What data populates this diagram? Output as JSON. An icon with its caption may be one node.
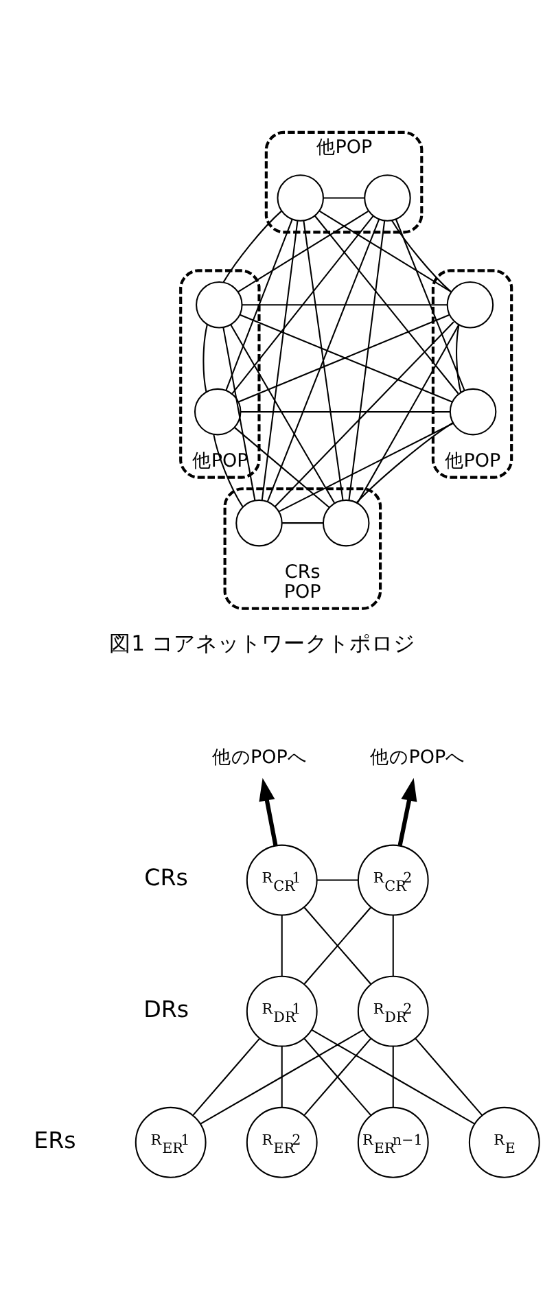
{
  "diagram": {
    "nodes": [
      {
        "text": [
          "他POP"
        ]
      },
      {
        "text": [],
        "shape": "circle",
        "in": 0
      },
      {
        "text": [],
        "shape": "circle",
        "in": 0
      },
      {
        "text": [
          "他POP"
        ]
      },
      {
        "text": [],
        "shape": "circle",
        "in": 3
      },
      {
        "text": [],
        "shape": "circle",
        "in": 3
      },
      {
        "text": [
          "他POP"
        ]
      },
      {
        "text": [],
        "shape": "circle",
        "in": 6
      },
      {
        "text": [],
        "shape": "circle",
        "in": 6
      },
      {
        "text": [
          "CRs",
          "POP"
        ]
      },
      {
        "text": [],
        "shape": "circle",
        "in": 9
      },
      {
        "text": [],
        "shape": "circle",
        "in": 9
      },
      {
        "text": [
          "他のPOPへ"
        ]
      },
      {
        "text": [
          "他のPOPへ"
        ]
      },
      {
        "text": [
          "R$_{CR}$1"
        ]
      },
      {
        "text": [
          "R$_{CR}$2"
        ]
      },
      {
        "text": [
          "R$_{DR}$1"
        ]
      },
      {
        "text": [
          "R$_{DR}$2"
        ]
      },
      {
        "text": [
          "R$_{ER}$1"
        ]
      },
      {
        "text": [
          "R$_{ER}$2"
        ]
      },
      {
        "text": [
          "R$_{ER}$n−1"
        ]
      },
      {
        "text": [
          "R$_{E}$"
        ]
      }
    ],
    "edges": [
      {
        "from": 1,
        "to": 2,
        "arrow": "none"
      },
      {
        "from": 1,
        "to": 4,
        "arrow": "none"
      },
      {
        "from": 1,
        "to": 5,
        "arrow": "none"
      },
      {
        "from": 1,
        "to": 7,
        "arrow": "none"
      },
      {
        "from": 1,
        "to": 8,
        "arrow": "none"
      },
      {
        "from": 1,
        "to": 10,
        "arrow": "none"
      },
      {
        "from": 1,
        "to": 11,
        "arrow": "none"
      },
      {
        "from": 2,
        "to": 4,
        "arrow": "none"
      },
      {
        "from": 2,
        "to": 5,
        "arrow": "none"
      },
      {
        "from": 2,
        "to": 7,
        "arrow": "none"
      },
      {
        "from": 2,
        "to": 8,
        "arrow": "none"
      },
      {
        "from": 2,
        "to": 10,
        "arrow": "none"
      },
      {
        "from": 2,
        "to": 11,
        "arrow": "none"
      },
      {
        "from": 4,
        "to": 5,
        "arrow": "none"
      },
      {
        "from": 4,
        "to": 7,
        "arrow": "none"
      },
      {
        "from": 4,
        "to": 8,
        "arrow": "none"
      },
      {
        "from": 4,
        "to": 10,
        "arrow": "none"
      },
      {
        "from": 4,
        "to": 11,
        "arrow": "none"
      },
      {
        "from": 5,
        "to": 7,
        "arrow": "none"
      },
      {
        "from": 5,
        "to": 8,
        "arrow": "none"
      },
      {
        "from": 5,
        "to": 10,
        "arrow": "none"
      },
      {
        "from": 5,
        "to": 11,
        "arrow": "none"
      },
      {
        "from": 7,
        "to": 8,
        "arrow": "none"
      },
      {
        "from": 7,
        "to": 10,
        "arrow": "none"
      },
      {
        "from": 7,
        "to": 11,
        "arrow": "none"
      },
      {
        "from": 8,
        "to": 10,
        "arrow": "none"
      },
      {
        "from": 8,
        "to": 11,
        "arrow": "none"
      },
      {
        "from": 10,
        "to": 11,
        "arrow": "none"
      },
      {
        "from": 14,
        "to": 12,
        "arrow": "to",
        "style": "thick"
      },
      {
        "from": 15,
        "to": 13,
        "arrow": "to",
        "style": "thick"
      },
      {
        "from": 14,
        "to": 15,
        "arrow": "none"
      },
      {
        "from": 14,
        "to": 16,
        "arrow": "none"
      },
      {
        "from": 14,
        "to": 17,
        "arrow": "none"
      },
      {
        "from": 15,
        "to": 16,
        "arrow": "none"
      },
      {
        "from": 15,
        "to": 17,
        "arrow": "none"
      },
      {
        "from": 16,
        "to": 18,
        "arrow": "none"
      },
      {
        "from": 16,
        "to": 19,
        "arrow": "none"
      },
      {
        "from": 16,
        "to": 20,
        "arrow": "none"
      },
      {
        "from": 16,
        "to": 21,
        "arrow": "none"
      },
      {
        "from": 17,
        "to": 18,
        "arrow": "none"
      },
      {
        "from": 17,
        "to": 19,
        "arrow": "none"
      },
      {
        "from": 17,
        "to": 20,
        "arrow": "none"
      },
      {
        "from": 17,
        "to": 21,
        "arrow": "none"
      }
    ],
    "labels": [
      "図1 コアネットワークトポロジ",
      "CRs",
      "DRs",
      "ERs"
    ]
  }
}
